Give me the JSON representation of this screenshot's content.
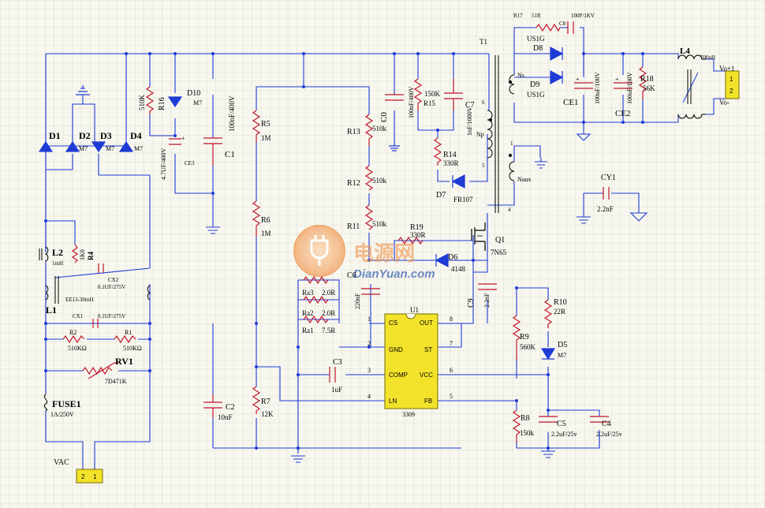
{
  "labels": {
    "D1": "D1",
    "D2": "D2",
    "D3": "D3",
    "D3m": "M7",
    "D2m": "M7",
    "D4": "D4",
    "D4m": "M7",
    "R16": "R16",
    "R16v": "510K",
    "D10": "D10",
    "D10m": "M7",
    "CE3": "CE3",
    "CE3v": "4.7UF/400V",
    "C1": "C1",
    "C1v": "100nF/400V",
    "R5": "R5",
    "R5v": "1M",
    "R6": "R6",
    "R6v": "1M",
    "R7": "R7",
    "R7v": "12K",
    "C2": "C2",
    "C2v": "10nF",
    "R13": "R13",
    "R13v": "510k",
    "R12": "R12",
    "R12v": "510k",
    "R11": "R11",
    "R11v": "510k",
    "C0": "C0",
    "C0v": "100nF/400V",
    "R15": "R15",
    "R15v": "150K",
    "C7": "C7",
    "C7v": "1nF/1000V",
    "R14": "R14",
    "R14v": "330R",
    "D7": "D7",
    "D7m": "FR107",
    "R19": "R19",
    "R19v": "330R",
    "D6": "D6",
    "D6m": "4148",
    "Q1": "Q1",
    "Q1m": "7N65",
    "C9": "C9",
    "C9v": "2.2nF",
    "C6": "C6",
    "C6v": "220nF",
    "Ra3": "Ra3",
    "Ra3v": "2.0R",
    "Ra2": "Ra2",
    "Ra2v": "2.0R",
    "Ra1": "Ra1",
    "Ra1v": "7.5R",
    "C3": "C3",
    "C3v": "1uF",
    "U1": "U1",
    "U1m": "3309",
    "pinCS": "CS",
    "pinGND": "GND",
    "pinCOMP": "COMP",
    "pinLN": "LN",
    "pinOUT": "OUT",
    "pinST": "ST",
    "pinVCC": "VCC",
    "pinFB": "FB",
    "p1": "1",
    "p2": "2",
    "p3": "3",
    "p4": "4",
    "p5": "5",
    "p6": "6",
    "p7": "7",
    "p8": "8",
    "R9": "R9",
    "R9v": "560K",
    "R8": "R8",
    "R8v": "150k",
    "R10": "R10",
    "R10v": "22R",
    "D5": "D5",
    "D5m": "M7",
    "C5": "C5",
    "C5v": "2.2uF/25v",
    "C4": "C4",
    "C4v": "2.2uF/25v",
    "T1": "T1",
    "Ns": "Ns",
    "Np": "Np",
    "Naux": "Naux",
    "tp6": "6",
    "tp5": "5",
    "tp4": "4",
    "tp1": "1",
    "R17": "R17",
    "R17v": "51R",
    "C8v": "100P/1KV",
    "C8": "C8",
    "D8": "D8",
    "D8m": "US1G",
    "D9": "D9",
    "D9m": "US1G",
    "CE1": "CE1",
    "CE1v": "100uF/100V",
    "CE2": "CE2",
    "CE2v": "100uF/100V",
    "R18": "R18",
    "R18v": "56K",
    "L4": "L4",
    "L4v": "700uH",
    "Vo1": "Vo+1",
    "Vo2": "Vo-",
    "CY1": "CY1",
    "CY1v": "2.2nF",
    "L2": "L2",
    "L2v": "1mH",
    "R4": "R4",
    "R4v": "1K0",
    "CX2": "CX2",
    "CX2v": "0.1UF/275V",
    "L1": "L1",
    "L1v": "EE13-30mH",
    "CX1": "CX1",
    "CX1v": "0.1UF/275V",
    "R2": "R2",
    "R2v": "510KΩ",
    "R1": "R1",
    "R1v": "510KΩ",
    "RV1": "RV1",
    "RV1v": "7D471K",
    "FUSE1": "FUSE1",
    "FUSE1v": "1A/250V",
    "VAC": "VAC",
    "vac1": "2",
    "vac2": "1",
    "out1": "1",
    "out2": "2"
  },
  "watermark": {
    "cn": "电源网",
    "en": "DianYuan.com"
  }
}
